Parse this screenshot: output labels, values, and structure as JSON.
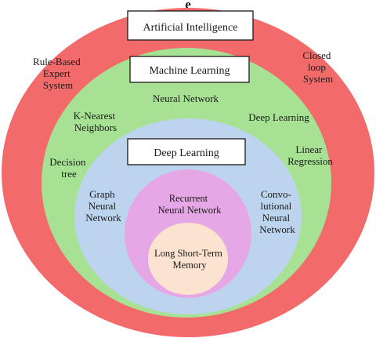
{
  "panel_label": "e",
  "colors": {
    "outer_ring": "#f26a6a",
    "green_ring": "#a7e294",
    "blue_ring": "#bcd4ee",
    "pink_ring": "#e6a7e6",
    "core": "#fbe3d0",
    "title_box_fill": "#ffffff",
    "title_box_stroke": "#1a1a1a",
    "text": "#1a1a1a"
  },
  "layers": {
    "artificial_intelligence": {
      "title": "Artificial Intelligence",
      "items": {
        "rule_based": [
          "Rule-Based",
          "Expert",
          "System"
        ],
        "closed_loop": [
          "Closed",
          "loop",
          "System"
        ]
      }
    },
    "machine_learning": {
      "title": "Machine Learning",
      "items": {
        "neural_network": "Neural Network",
        "knn": [
          "K-Nearest",
          "Neighbors"
        ],
        "deep_learning": "Deep Learning",
        "decision_tree": [
          "Decision",
          "tree"
        ],
        "linear_regression": [
          "Linear",
          "Regression"
        ]
      }
    },
    "deep_learning": {
      "title": "Deep Learning",
      "items": {
        "graph_nn": [
          "Graph",
          "Neural",
          "Network"
        ],
        "conv_nn": [
          "Convo-",
          "lutional",
          "Neural",
          "Network"
        ]
      }
    },
    "recurrent": {
      "title": [
        "Recurrent",
        "Neural Network"
      ]
    },
    "lstm": {
      "title": [
        "Long Short-Term",
        "Memory"
      ]
    }
  }
}
